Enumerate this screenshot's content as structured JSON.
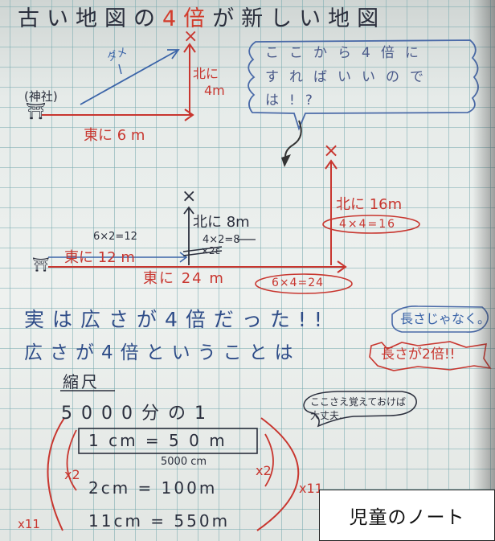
{
  "title": {
    "part1": "古い地図の",
    "part2": "4倍",
    "part3": "が新しい地図"
  },
  "old_map": {
    "shrine": "(神社)",
    "shrine_mark": "⛩",
    "diagonal": "ダメ",
    "north": "北に",
    "north_m": "4m",
    "east": "東に 6 m",
    "x_mark": "×"
  },
  "speech_bubble": {
    "line1": "ここから4倍に",
    "line2": "すればいいので",
    "line3": "は!?"
  },
  "new_map": {
    "x_left": "×",
    "x_right": "×",
    "north_right": "北に 16m",
    "north_right_calc": "4×4=16",
    "north_mid": "北に 8m",
    "north_mid_calc": "4×2=8",
    "north_mid_struck": "×2ε",
    "east_calc": "6×2=12",
    "east_12": "東に 12 m",
    "east_24": "東に 24 m",
    "east_24_calc": "6×4=24",
    "shrine_mark": "⛩"
  },
  "conclusion": {
    "line1": "実は広さが4倍だった!!",
    "line1_note": "長さじゃなく。",
    "line2": "広さが4倍ということは",
    "line2_note": "長さが2倍!!"
  },
  "scale": {
    "heading": "縮尺",
    "ratio": "5000分の1",
    "memo": "ここさえ覚えておけば大丈夫.",
    "row1": "1 cm = 5 0 m",
    "row1_sub": "5000 cm",
    "row2": "2cm = 100m",
    "row3": "11cm = 550m",
    "x2_left": "x2",
    "x2_right": "x2",
    "x11_left": "x11",
    "x11_right": "x11"
  },
  "caption": "児童のノート"
}
